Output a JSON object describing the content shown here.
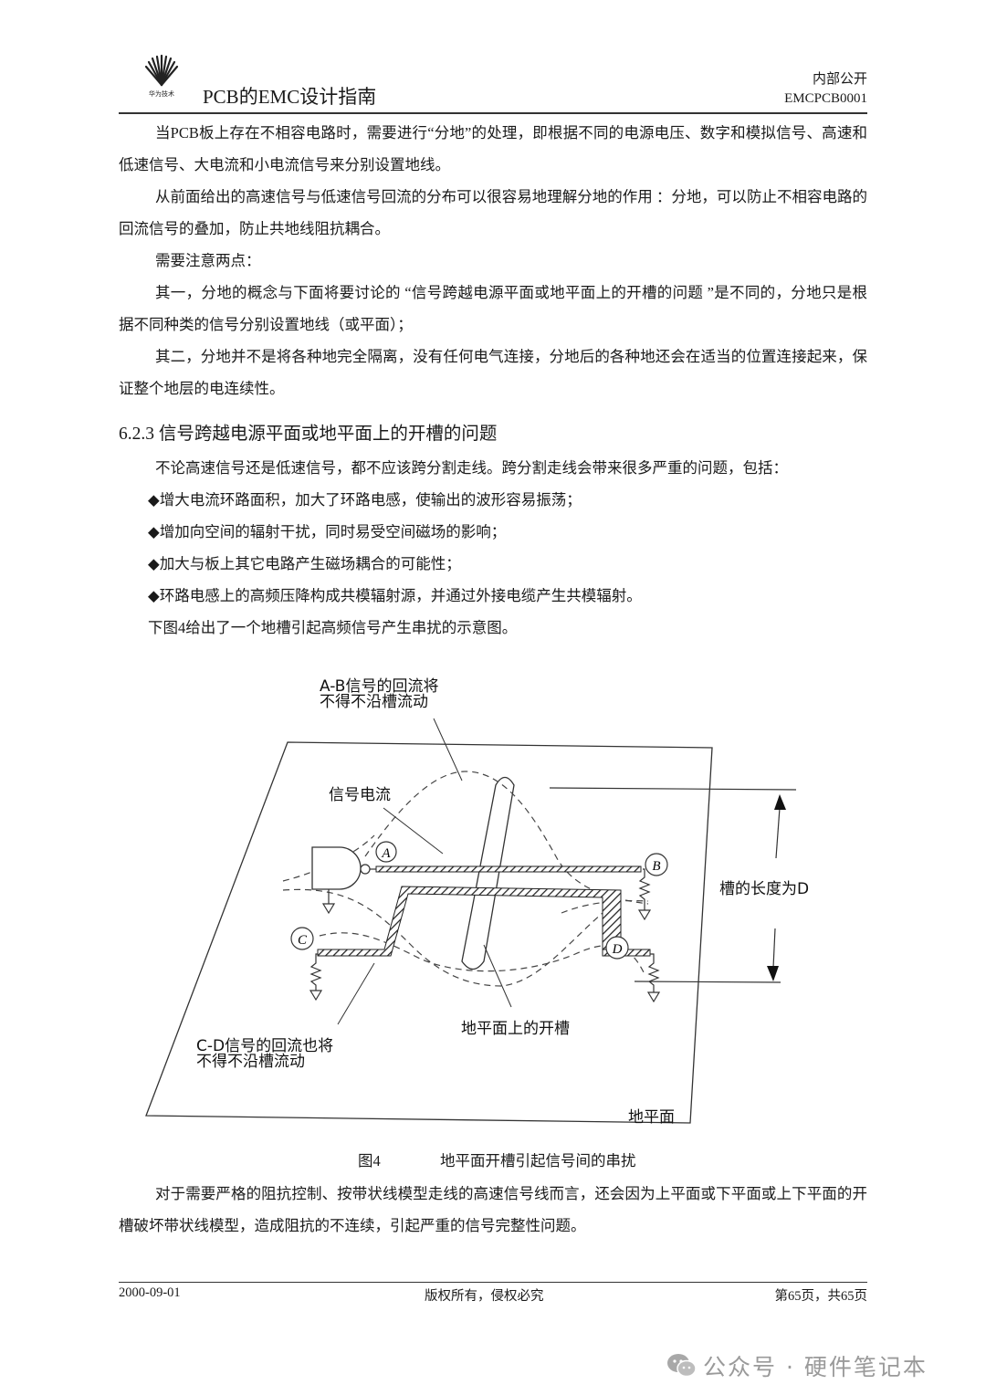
{
  "header": {
    "logo_caption": "华为技术",
    "doc_title": "PCB的EMC设计指南",
    "classification": "内部公开",
    "doc_code": "EMCPCB0001"
  },
  "body": {
    "p1": "当PCB板上存在不相容电路时，需要进行“分地”的处理，即根据不同的电源电压、数字和模拟信号、高速和低速信号、大电流和小电流信号来分别设置地线。",
    "p2": "从前面给出的高速信号与低速信号回流的分布可以很容易地理解分地的作用 ：分地，可以防止不相容电路的回流信号的叠加，防止共地线阻抗耦合。",
    "p3": "需要注意两点：",
    "p4": "其一，分地的概念与下面将要讨论的 “信号跨越电源平面或地平面上的开槽的问题 ”是不同的，分地只是根据不同种类的信号分别设置地线（或平面）；",
    "p5": "其二，分地并不是将各种地完全隔离，没有任何电气连接，分地后的各种地还会在适当的位置连接起来，保证整个地层的电连续性。",
    "section_heading": "6.2.3 信号跨越电源平面或地平面上的开槽的问题",
    "p6": "不论高速信号还是低速信号，都不应该跨分割走线。跨分割走线会带来很多严重的问题，包括：",
    "bullets": [
      "◆增大电流环路面积，加大了环路电感，使输出的波形容易振荡；",
      "◆增加向空间的辐射干扰，同时易受空间磁场的影响；",
      "◆加大与板上其它电路产生磁场耦合的可能性；",
      "◆环路电感上的高频压降构成共模辐射源，并通过外接电缆产生共模辐射。"
    ],
    "p7": "下图4给出了一个地槽引起高频信号产生串扰的示意图。"
  },
  "figure": {
    "label_ab_line1": "A-B信号的回流将",
    "label_ab_line2": "不得不沿槽流动",
    "label_signal_current": "信号电流",
    "label_slot_length": "槽的长度为D",
    "label_cd_line1": "C-D信号的回流也将",
    "label_cd_line2": "不得不沿槽流动",
    "label_slot": "地平面上的开槽",
    "label_ground_plane": "地平面",
    "node_a": "A",
    "node_b": "B",
    "node_c": "C",
    "node_d": "D",
    "caption_number": "图4",
    "caption_text": "地平面开槽引起信号间的串扰"
  },
  "after": {
    "p8": "对于需要严格的阻抗控制、按带状线模型走线的高速信号线而言，还会因为上平面或下平面或上下平面的开槽破坏带状线模型，造成阻抗的不连续，引起严重的信号完整性问题。"
  },
  "footer": {
    "date": "2000-09-01",
    "copyright": "版权所有，侵权必究",
    "page": "第65页，共65页"
  },
  "watermark": {
    "text": "公众号 · 硬件笔记本",
    "icon": "wechat-icon"
  }
}
